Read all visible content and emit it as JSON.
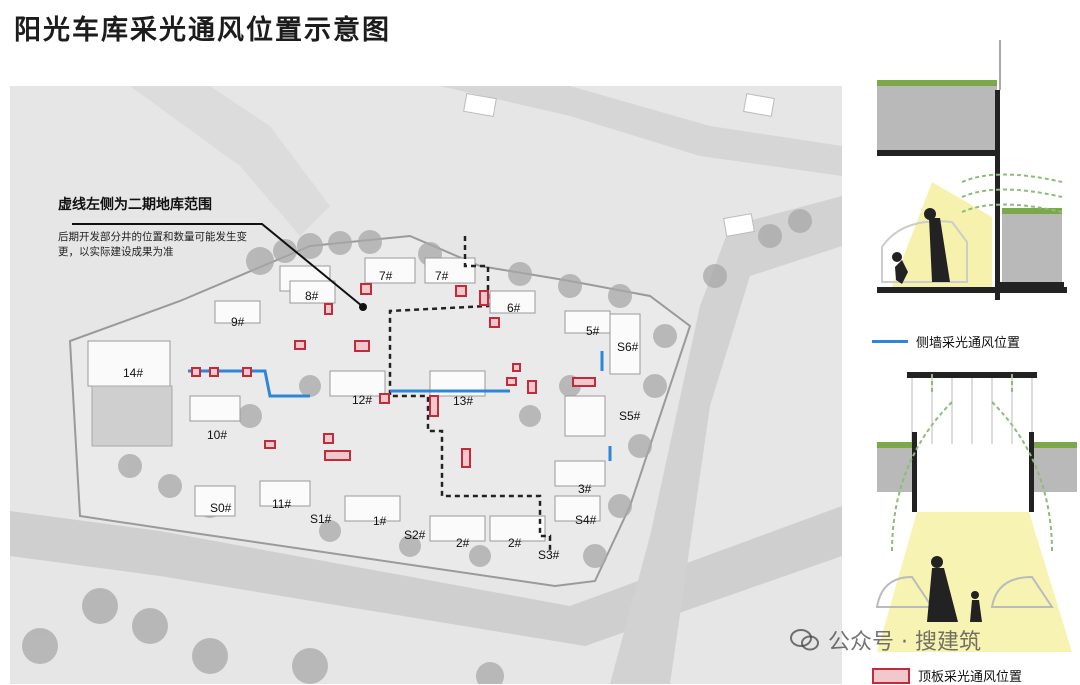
{
  "title": "阳光车库采光通风位置示意图",
  "annotation": {
    "main": "虚线左侧为二期地库范围",
    "sub": "后期开发部分井的位置和数量可能发生变更，以实际建设成果为准"
  },
  "buildings": [
    "7#",
    "7#",
    "8#",
    "6#",
    "9#",
    "5#",
    "S6#",
    "14#",
    "12#",
    "13#",
    "S5#",
    "10#",
    "3#",
    "S0#",
    "11#",
    "S1#",
    "1#",
    "S4#",
    "S2#",
    "2#",
    "2#",
    "S3#"
  ],
  "legend": {
    "side_wall": "侧墙采光通风位置",
    "roof_slab": "顶板采光通风位置"
  },
  "watermark": "公众号 · 搜建筑",
  "colors": {
    "blue_line": "#2f86d8",
    "red_box": "#c22b3a",
    "red_fill": "#f3c8cc",
    "light_yellow": "#f4ef9a"
  }
}
